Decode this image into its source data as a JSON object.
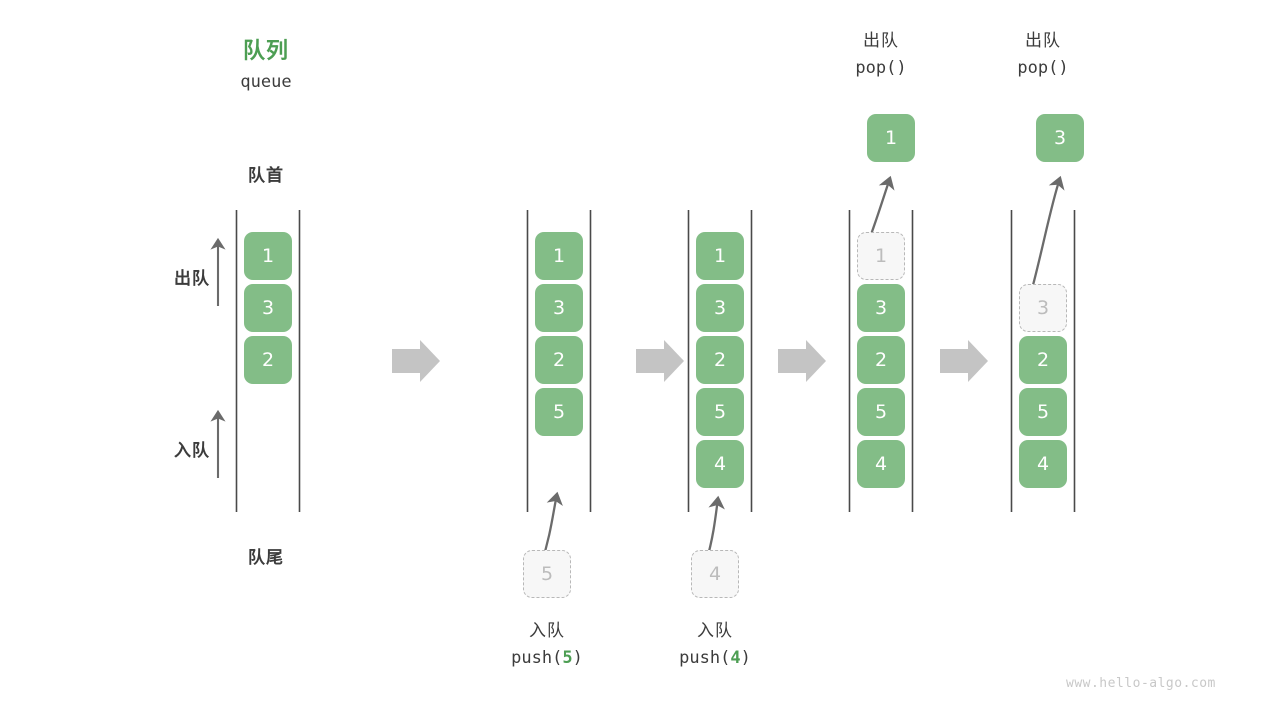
{
  "diagram": {
    "title_cn": "队列",
    "title_en": "queue",
    "head_label": "队首",
    "tail_label": "队尾",
    "dequeue_label": "出队",
    "enqueue_label": "入队",
    "watermark": "www.hello-algo.com",
    "colors": {
      "cell_fill": "#83bd87",
      "cell_text": "#ffffff",
      "ghost_fill": "#f7f7f7",
      "ghost_border": "#b8b8b8",
      "ghost_text": "#bcbcbc",
      "rail": "#4a4a4a",
      "title_green": "#4d9e53",
      "text": "#3c3c3c",
      "arrow_gray": "#c4c4c4",
      "thin_arrow": "#6b6b6b",
      "watermark": "#c8c8c8"
    }
  },
  "panels": [
    {
      "id": "panel-initial",
      "cells": [
        "1",
        "3",
        "2"
      ],
      "ghost": null,
      "popped": null,
      "op_cn": null,
      "op_code": null
    },
    {
      "id": "panel-push-5",
      "cells": [
        "1",
        "3",
        "2",
        "5"
      ],
      "ghost": {
        "value": "5",
        "position": "bottom"
      },
      "popped": null,
      "op_cn": "入队",
      "op_code_prefix": "push(",
      "op_code_num": "5",
      "op_code_suffix": ")",
      "op_position": "bottom"
    },
    {
      "id": "panel-push-4",
      "cells": [
        "1",
        "3",
        "2",
        "5",
        "4"
      ],
      "ghost": {
        "value": "4",
        "position": "bottom"
      },
      "popped": null,
      "op_cn": "入队",
      "op_code_prefix": "push(",
      "op_code_num": "4",
      "op_code_suffix": ")",
      "op_position": "bottom"
    },
    {
      "id": "panel-pop-1",
      "cells": [
        "3",
        "2",
        "5",
        "4"
      ],
      "ghost": {
        "value": "1",
        "position": "top"
      },
      "popped": "1",
      "op_cn": "出队",
      "op_code_prefix": "pop(",
      "op_code_num": "",
      "op_code_suffix": ")",
      "op_position": "top"
    },
    {
      "id": "panel-pop-3",
      "cells": [
        "2",
        "5",
        "4"
      ],
      "ghost": {
        "value": "3",
        "position": "top"
      },
      "popped": "3",
      "op_cn": "出队",
      "op_code_prefix": "pop(",
      "op_code_num": "",
      "op_code_suffix": ")",
      "op_position": "top"
    }
  ],
  "step_arrows": [
    {
      "id": "step-arrow-1"
    },
    {
      "id": "step-arrow-2"
    },
    {
      "id": "step-arrow-3"
    },
    {
      "id": "step-arrow-4"
    }
  ]
}
